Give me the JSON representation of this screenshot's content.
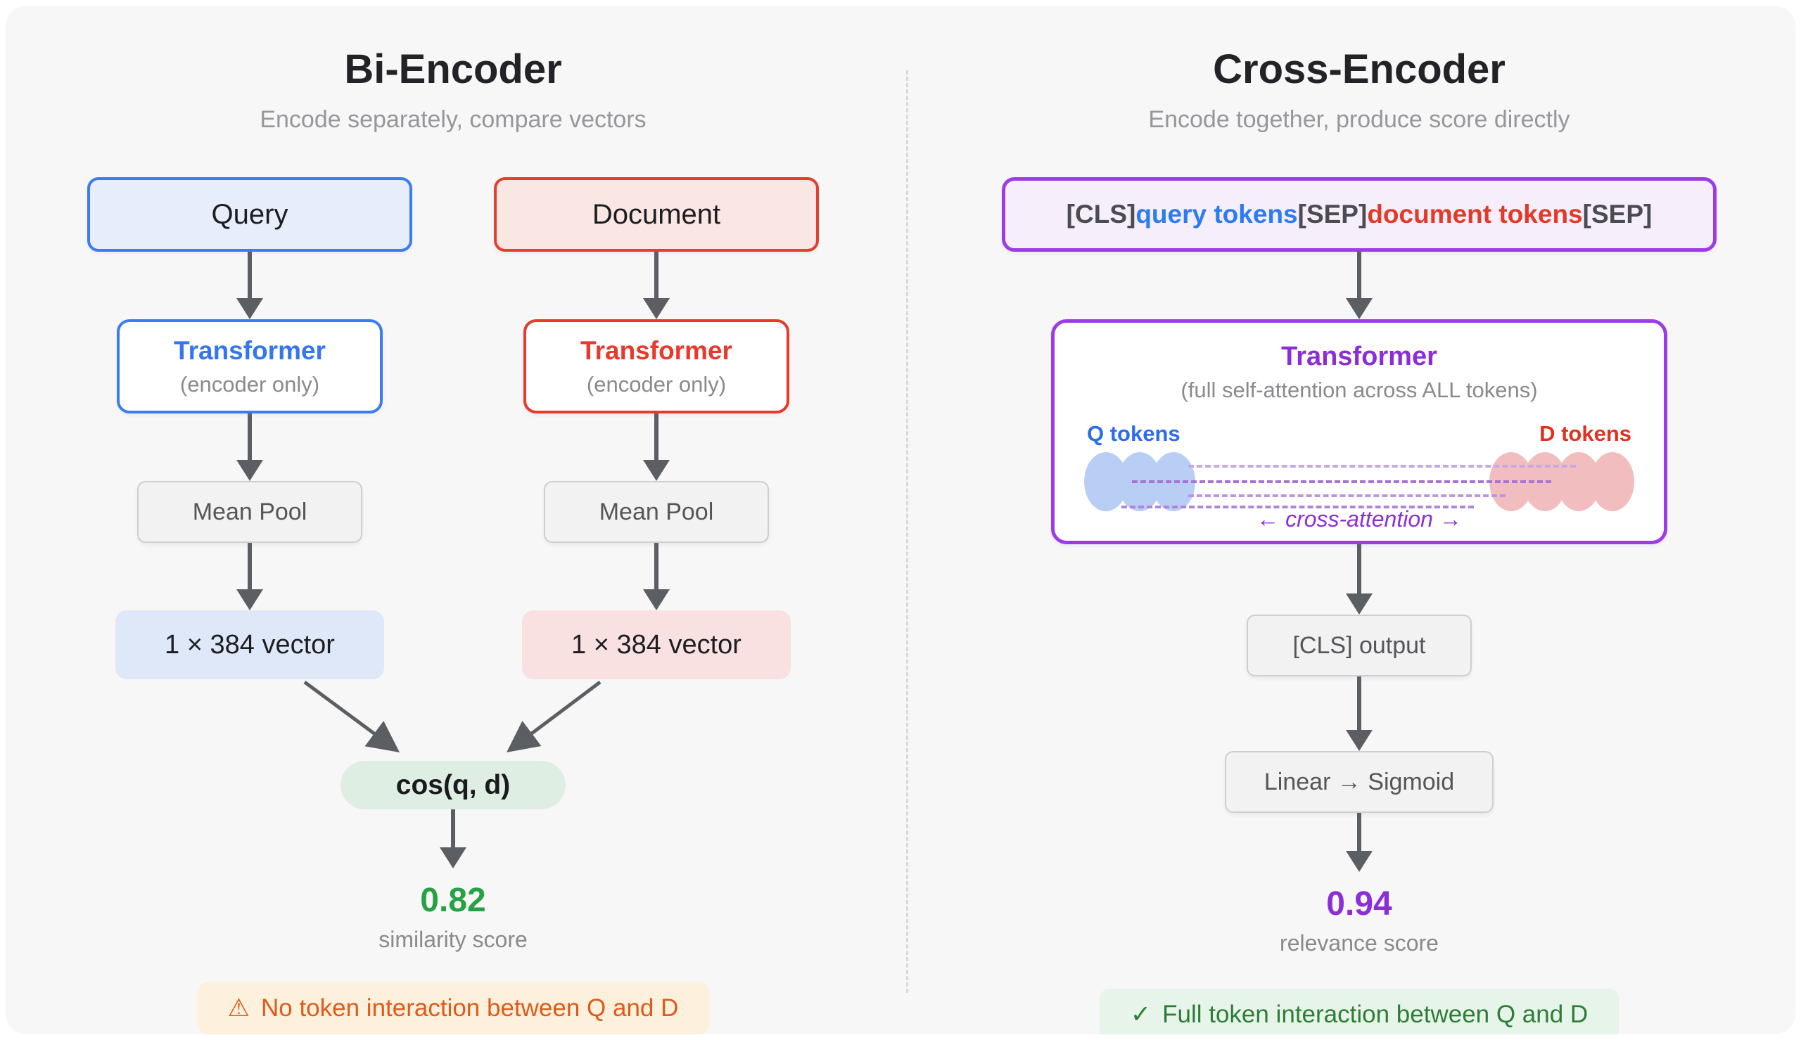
{
  "left": {
    "title": "Bi-Encoder",
    "subtitle": "Encode separately, compare vectors",
    "query_branch": {
      "input_label": "Query",
      "transformer_label": "Transformer",
      "transformer_sub": "(encoder only)",
      "pool_label": "Mean Pool",
      "vector_label": "1 × 384 vector"
    },
    "doc_branch": {
      "input_label": "Document",
      "transformer_label": "Transformer",
      "transformer_sub": "(encoder only)",
      "pool_label": "Mean Pool",
      "vector_label": "1 × 384 vector"
    },
    "cos_label": "cos(q, d)",
    "score": "0.82",
    "score_label": "similarity score",
    "badge_icon": "⚠",
    "badge_text": "No token interaction between Q and D"
  },
  "right": {
    "title": "Cross-Encoder",
    "subtitle": "Encode together, produce score directly",
    "input_tokens": [
      {
        "text": "[CLS]",
        "style": "sep"
      },
      {
        "text": "query tokens",
        "style": "query"
      },
      {
        "text": "[SEP]",
        "style": "sep"
      },
      {
        "text": "document tokens",
        "style": "doc"
      },
      {
        "text": "[SEP]",
        "style": "sep"
      }
    ],
    "transformer": {
      "label": "Transformer",
      "sub": "(full self-attention across ALL tokens)",
      "q_label": "Q tokens",
      "d_label": "D tokens",
      "q_dot_count": 3,
      "d_dot_count": 4,
      "attn_label": "← cross-attention →"
    },
    "cls_output_label": "[CLS] output",
    "linear_label": "Linear → Sigmoid",
    "score": "0.94",
    "score_label": "relevance score",
    "badge_icon": "✓",
    "badge_text": "Full token interaction between Q and D"
  },
  "colors": {
    "query_blue_border": "#3d7bee",
    "query_blue_fill": "#e7eefb",
    "doc_red_border": "#e2402f",
    "doc_red_fill": "#fae7e4",
    "purple_border": "#9b3ce8",
    "purple_text": "#8b2ed8",
    "green_score": "#25a244",
    "warn_text": "#e05a17",
    "warn_fill": "#fdf1de",
    "success_text": "#2e7d36",
    "success_fill": "#e7f4e9",
    "arrow_gray": "#5b5f63",
    "panel_bg": "#f7f7f8"
  }
}
